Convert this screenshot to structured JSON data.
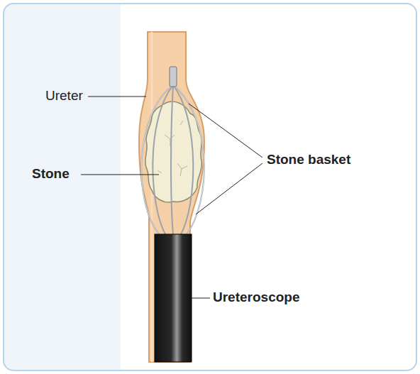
{
  "diagram": {
    "labels": [
      "Ureter",
      "Stone",
      "Stone basket",
      "Ureteroscope"
    ]
  }
}
